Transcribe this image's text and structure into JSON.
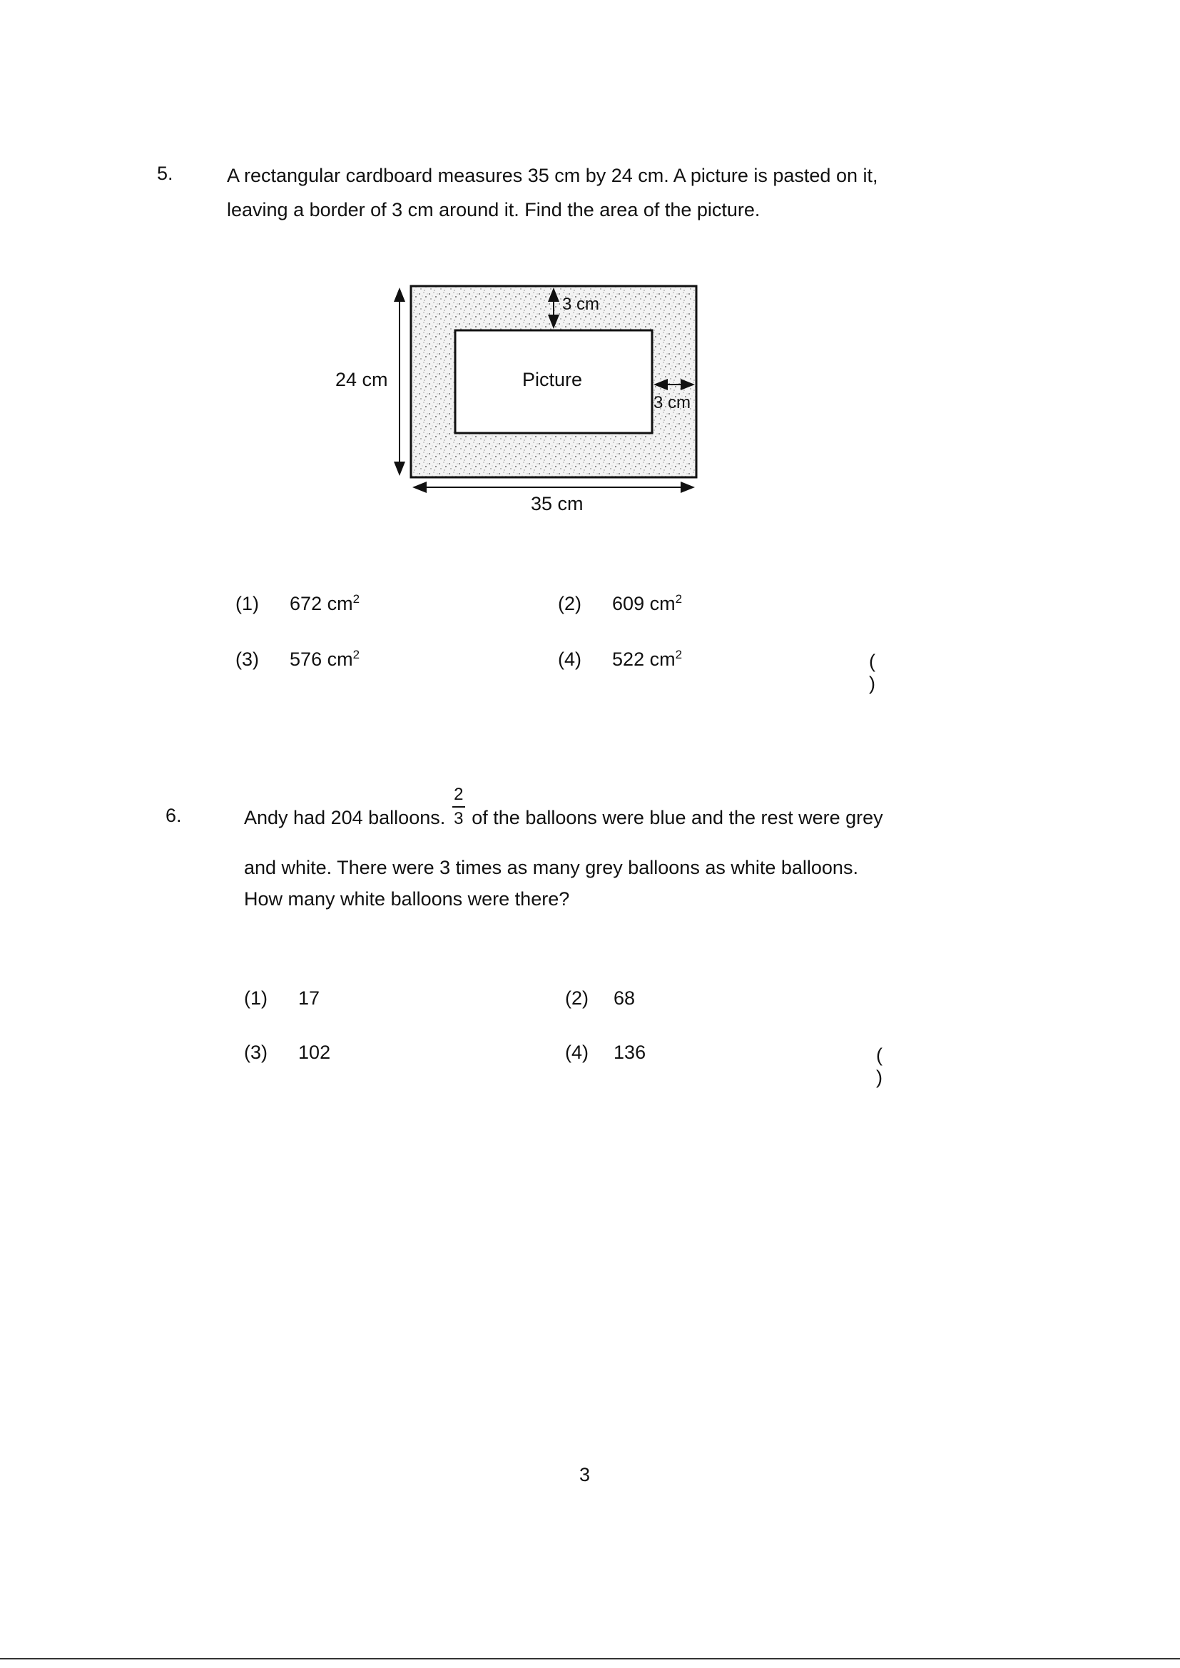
{
  "q5": {
    "number": "5.",
    "line1": "A rectangular cardboard measures 35 cm by 24 cm. A picture is pasted on it,",
    "line2": "leaving a border of 3 cm around it. Find the area of the picture.",
    "figure": {
      "height_label": "24 cm",
      "width_label": "35 cm",
      "top_border_label": "3 cm",
      "side_border_label": "3 cm",
      "inner_label": "Picture"
    },
    "options": [
      {
        "num": "(1)",
        "value": "672 cm",
        "sup": "2"
      },
      {
        "num": "(2)",
        "value": "609 cm",
        "sup": "2"
      },
      {
        "num": "(3)",
        "value": "576 cm",
        "sup": "2"
      },
      {
        "num": "(4)",
        "value": "522 cm",
        "sup": "2"
      }
    ],
    "answer_open": "(",
    "answer_close": ")"
  },
  "q6": {
    "number": "6.",
    "line1_before": "Andy had 204 balloons.",
    "frac_num": "2",
    "frac_den": "3",
    "line1_after": "of the balloons were blue and the rest were grey",
    "line2": "and white. There were 3 times as many grey balloons as white balloons.",
    "line3": "How many white balloons were there?",
    "options": [
      {
        "num": "(1)",
        "value": "17"
      },
      {
        "num": "(2)",
        "value": "68"
      },
      {
        "num": "(3)",
        "value": "102"
      },
      {
        "num": "(4)",
        "value": "136"
      }
    ],
    "answer_open": "(",
    "answer_close": ")"
  },
  "page_number": "3"
}
